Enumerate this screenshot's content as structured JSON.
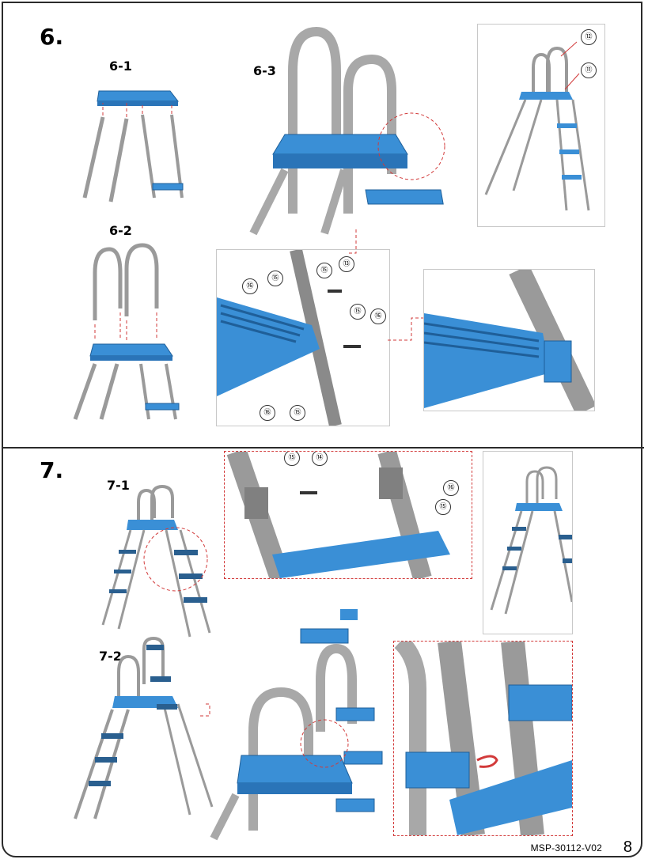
{
  "section6": {
    "step": "6.",
    "sub1": "6-1",
    "sub2": "6-2",
    "sub3": "6-3",
    "callouts_main": [
      "⑯",
      "⑮",
      "⑮",
      "⑬",
      "⑮",
      "⑯",
      "⑯",
      "⑮"
    ],
    "callouts_overview": [
      "⑫",
      "⑪"
    ]
  },
  "section7": {
    "step": "7.",
    "sub1": "7-1",
    "sub2": "7-2",
    "callouts": [
      "⑮",
      "⑭",
      "⑯",
      "⑮"
    ]
  },
  "footer": {
    "code": "MSP-30112-V02",
    "page": "8"
  },
  "colors": {
    "part_blue": "#3a8fd6",
    "rail_gray": "#9a9a9a",
    "arrow_red": "#d23a3a"
  }
}
